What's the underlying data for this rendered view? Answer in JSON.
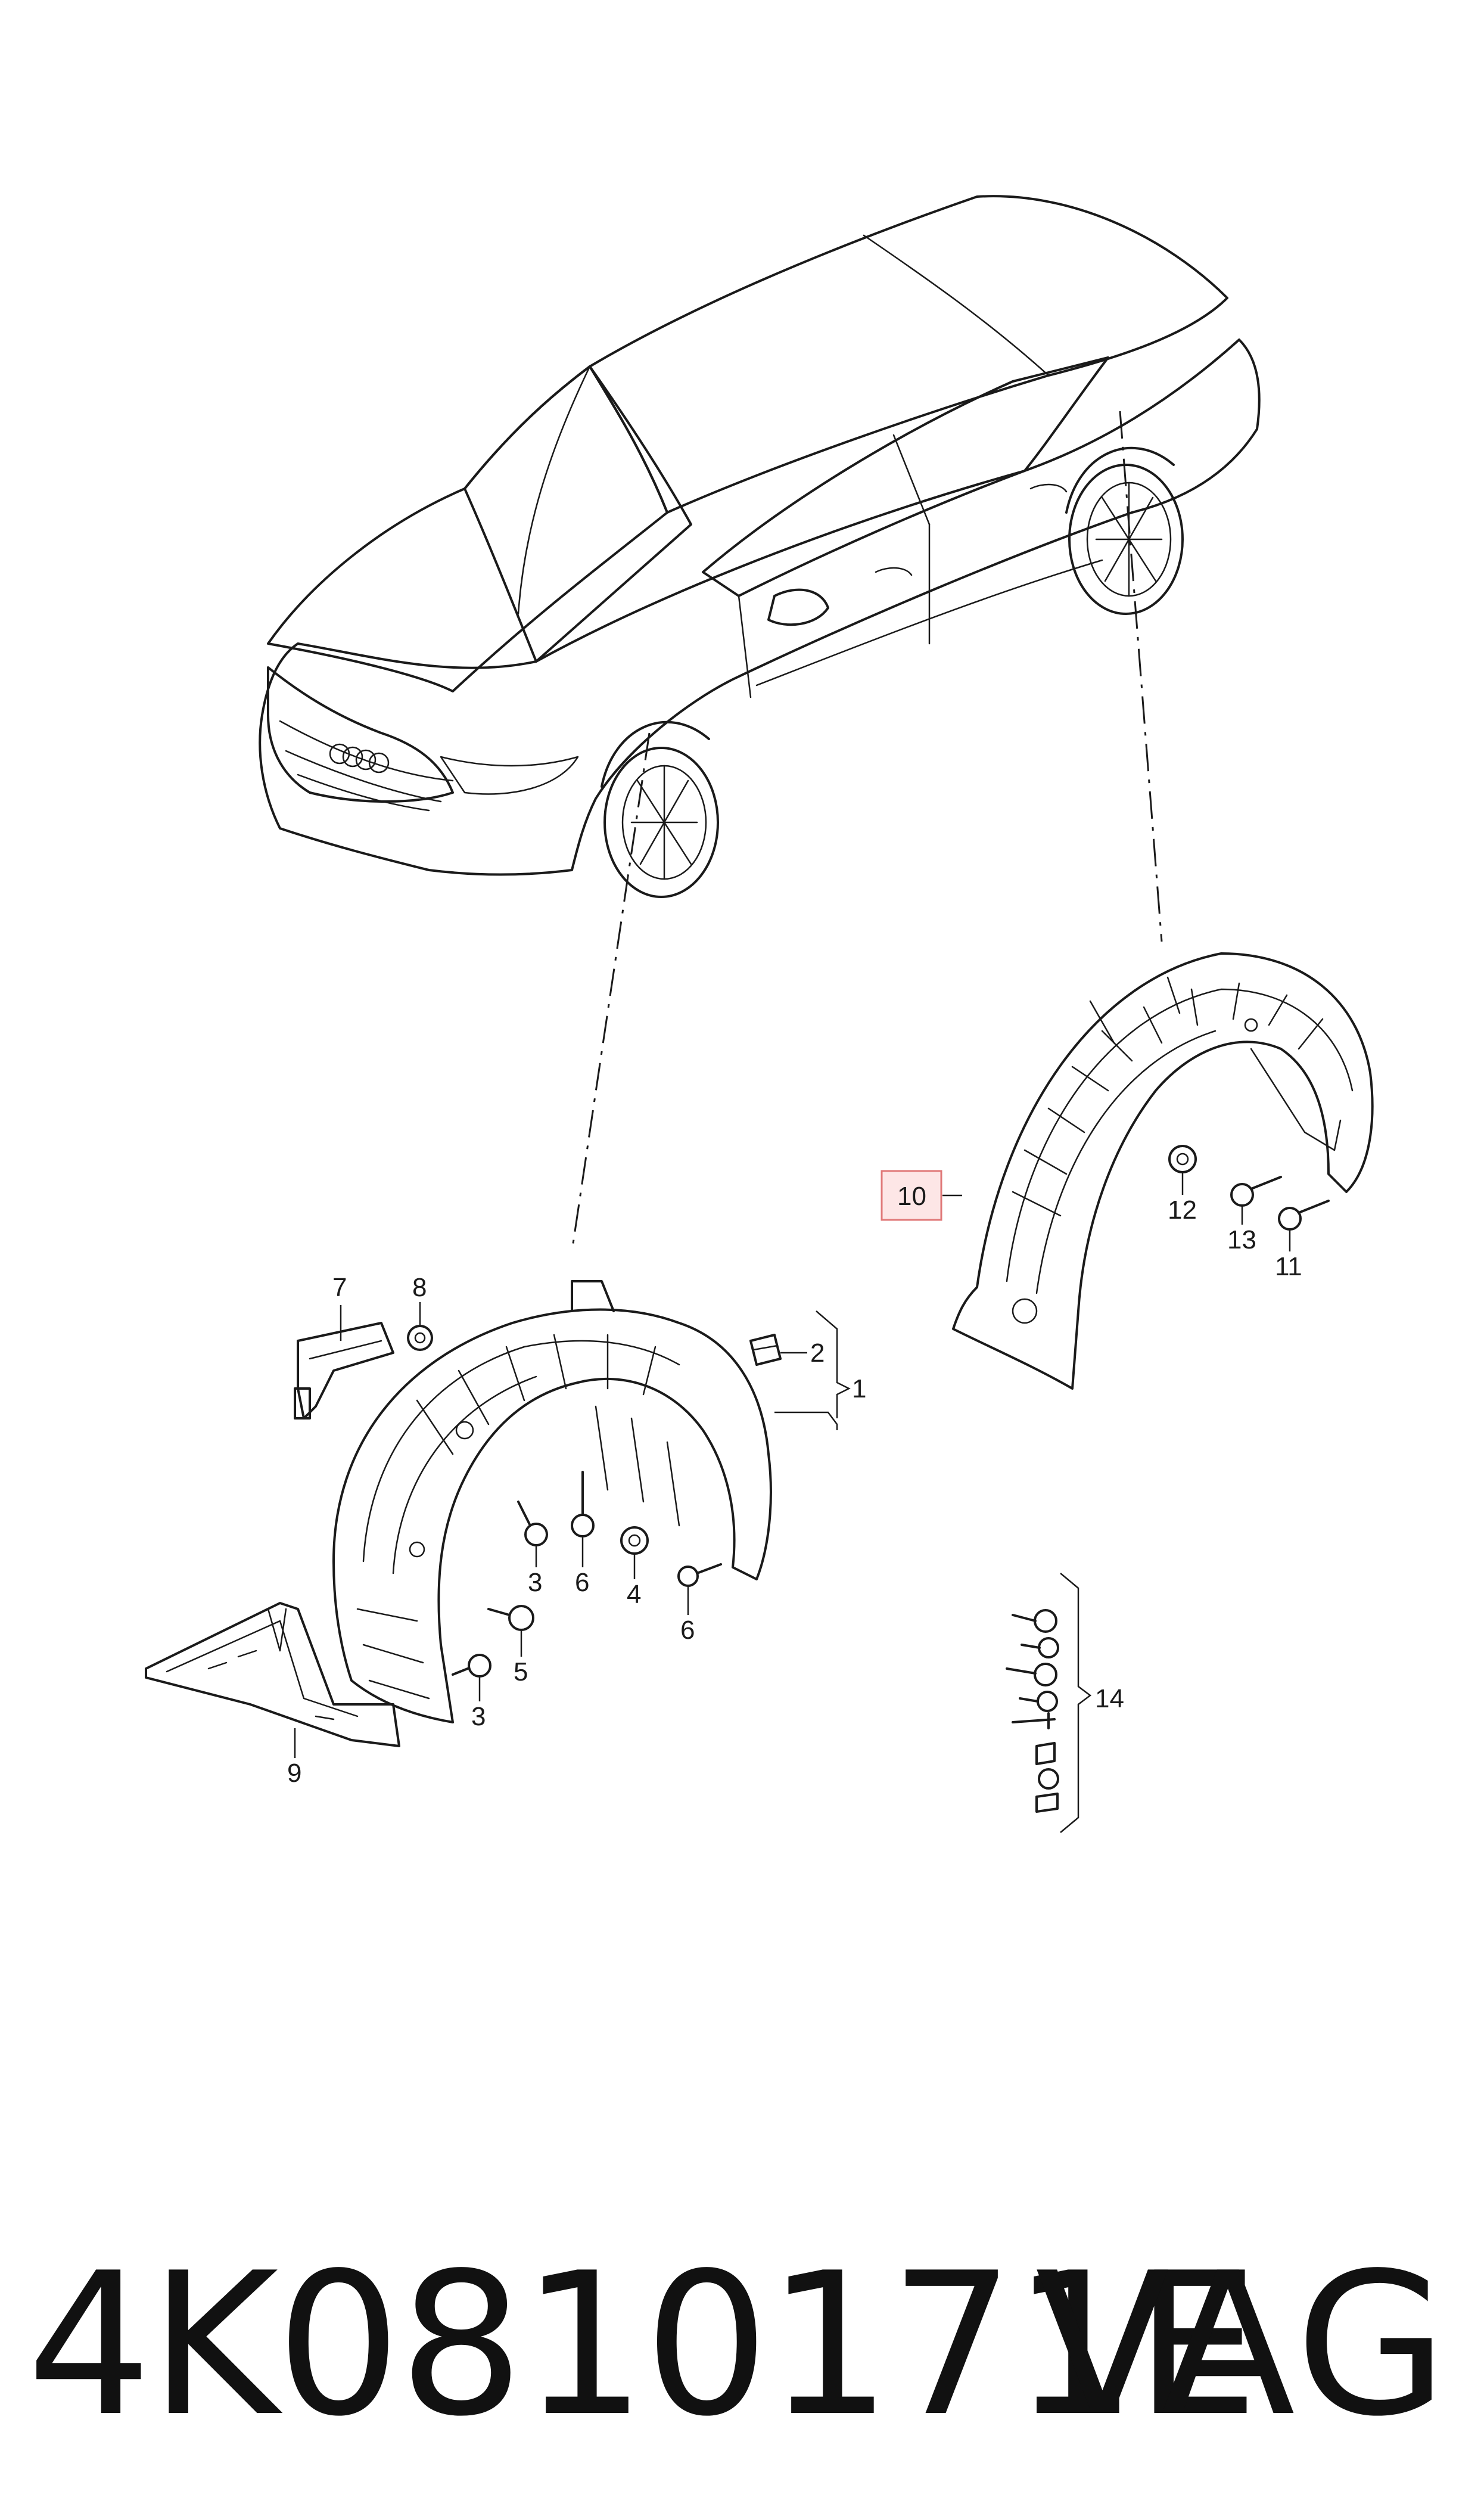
{
  "footer": {
    "part_number": "4K0810171E",
    "brand": "VAG"
  },
  "callouts": {
    "c1": "1",
    "c2": "2",
    "c3a": "3",
    "c3b": "3",
    "c4": "4",
    "c5": "5",
    "c6a": "6",
    "c6b": "6",
    "c7": "7",
    "c8": "8",
    "c9": "9",
    "c10": "10",
    "c11": "11",
    "c12": "12",
    "c13": "13",
    "c14": "14"
  },
  "highlight": {
    "callout": "10",
    "fill": "#fde6e6",
    "stroke": "#e07878"
  },
  "colors": {
    "line": "#1a1a1a",
    "background": "#ffffff"
  }
}
